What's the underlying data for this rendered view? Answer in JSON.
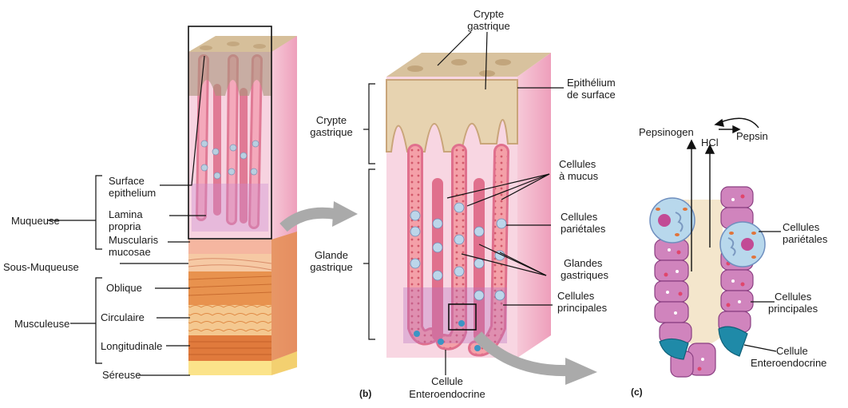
{
  "panel_a": {
    "muqueuse": "Muqueuse",
    "sous_muqueuse": "Sous-Muqueuse",
    "musculeuse": "Musculeuse",
    "surface_epithelium_1": "Surface",
    "surface_epithelium_2": "epithelium",
    "lamina_propria_1": "Lamina",
    "lamina_propria_2": "propria",
    "muscularis_mucosae_1": "Muscularis",
    "muscularis_mucosae_2": "mucosae",
    "oblique": "Oblique",
    "circulaire": "Circulaire",
    "longitudinale": "Longitudinale",
    "sereuse": "Séreuse"
  },
  "panel_b": {
    "letter": "(b)",
    "crypte_top_1": "Crypte",
    "crypte_top_2": "gastrique",
    "crypte_left_1": "Crypte",
    "crypte_left_2": "gastrique",
    "glande_1": "Glande",
    "glande_2": "gastrique",
    "epithelium_1": "Epithélium",
    "epithelium_2": "de surface",
    "mucus_1": "Cellules",
    "mucus_2": "à mucus",
    "parietales_1": "Cellules",
    "parietales_2": "pariétales",
    "glandes_1": "Glandes",
    "glandes_2": "gastriques",
    "principales_1": "Cellules",
    "principales_2": "principales",
    "entero_1": "Cellule",
    "entero_2": "Enteroendocrine"
  },
  "panel_c": {
    "letter": "(c)",
    "pepsinogen": "Pepsinogen",
    "pepsin": "Pepsin",
    "hcl": "HCl",
    "parietales_1": "Cellules",
    "parietales_2": "pariétales",
    "principales_1": "Cellules",
    "principales_2": "principales",
    "entero_1": "Cellule",
    "entero_2": "Enteroendocrine"
  },
  "colors": {
    "mucosa_pink": "#f2b8cc",
    "epithelium_tan": "#d9c3a0",
    "chief_cell": "#c97ab0",
    "parietal_cell": "#b6d6ea",
    "enteroendocrine": "#2e8fb0",
    "muscle_orange": "#e58a45",
    "arrow_gray": "#a9a9a9"
  }
}
